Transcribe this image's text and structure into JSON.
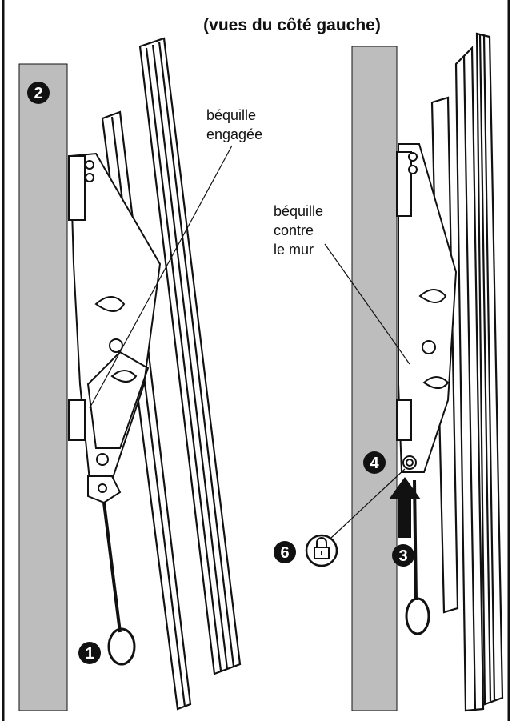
{
  "title": "(vues du côté gauche)",
  "labels": {
    "left_line1": "béquille",
    "left_line2": "engagée",
    "right_line1": "béquille",
    "right_line2": "contre",
    "right_line3": "le mur"
  },
  "badges": {
    "b1": "1",
    "b2": "2",
    "b3": "3",
    "b4": "4",
    "b6": "6"
  },
  "icons": {
    "lock": "padlock-icon",
    "arrow": "arrow-up-icon"
  },
  "colors": {
    "wall": "#bdbdbd",
    "line": "#111111",
    "badge": "#111111",
    "arrow": "#111111"
  }
}
